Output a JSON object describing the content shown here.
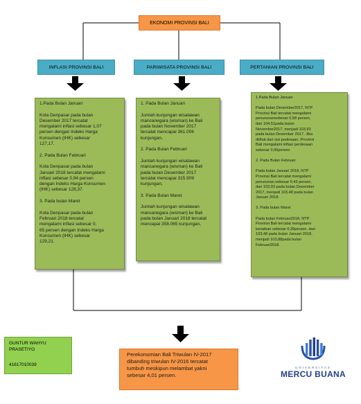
{
  "title": "EKONOMI PROVINSI BALI",
  "categories": [
    {
      "label": "INFLASI PROVINSI BALI"
    },
    {
      "label": "PARIWISATA  PROVINSI BALI"
    },
    {
      "label": "PERTANIAN  PROVINSI BALI"
    }
  ],
  "inflasi": {
    "p1": "1.Pada Bulan Januari",
    "p2": "Kota Denpasar pada bulan\nDesember 2017 tercatat\nmengalami inflasi sebesar 1,07\npersen dengan Indeks Harga\nKonsumen (IHK) sebesar\n127,17.",
    "p3": "2. Pada Bulan Februari",
    "p4": "Kota Denpasar pada bulan\nJanuari 2018 tercatat mengalami\ninflasi sebesar 0,94 persen\ndengan Indeks Harga Konsumen\n(IHK) sebesar 128,37.",
    "p5": "3. Pada bulan Maret",
    "p6": "Kota Denpasar pada bulan\nFebruari 2018 tercatat\nmengalami inflasi sebesar 0,\n65 persen dengan Indeks Harga\nKonsumen (IHK) sebesar\n129,21."
  },
  "pariwisata": {
    "p1": "1. Pada Bulan Januari",
    "p2": "Jumlah kunjungan wisatawan\nmancanegara (wisman) ke Bali\npada bulan  November 2017\ntercatat mencapai 361.006\nkunjungan.",
    "p3": "2. Pada Bulan Februari",
    "p4": "Jumlah kunjungan wisatawan\nmancanegara (wisman) ke Bali\npada bulan Desember 2017\ntercatat mencapai 315.909\nkunjungan,",
    "p5": "3. Pada Bulan Maret",
    "p6": "Jumlah kunjungan wisatawan\nmancanegara (wisman) ke Bali\npada bulan  Januari 2018 tercatat\nmencapai 358.065 kunjungan,"
  },
  "pertanian": {
    "p1": "1.Pada Bulan Januari",
    "p2": "Pada bulan Desember2017, NTP\nProvinsi Bali tercatat mengalami\npenurunansebesar 0,58 persen,\ndari 104,51pada bulan\nNovember2017, menjadi 103,93\npada bulan Desember 2017. Jika\ndilihat dari sisi pedesaan, Provinsi\nBali mengalami inflasi perdesaan\nsebesar 0,95persen",
    "p3": "2. Pada Bulan Februari",
    "p4": "Pada bulan Januari 2018, NTP\nProvinsi Bali tercatat mengalami\npenurunan sebesar 0,43 persen,\ndari 103,93 pada bulan Desember\n2017, menjadi 103,48 pada bulan\nJanuari 2018.",
    "p5": "3. Pada bulan Maret",
    "p6": "Pada bulan Februari2018, NTP\nProvinsi Bali tercatat mengalami\nkenaikan sebesar 0,39persen, dari\n103,48 pada bulan Januari 2018,\nmenjadi 103,88pada bulan\nFebruari2018."
  },
  "result": "Perekonomian Bali Triwulan IV-2017\ndibanding triwulan IV-2016  tercatat\ntumbuh meskipun melambat yakni\nsebesar 4,01 persen.",
  "author": {
    "name": "GUNTUR WAHYU PRASETIYO",
    "nim": "41617010039"
  },
  "logo": {
    "university": "UNIVERSITAS",
    "name": "MERCU BUANA"
  },
  "colors": {
    "orange": "#f79646",
    "blue": "#4bacc6",
    "green": "#9bbb59",
    "light_green": "#92d050"
  }
}
